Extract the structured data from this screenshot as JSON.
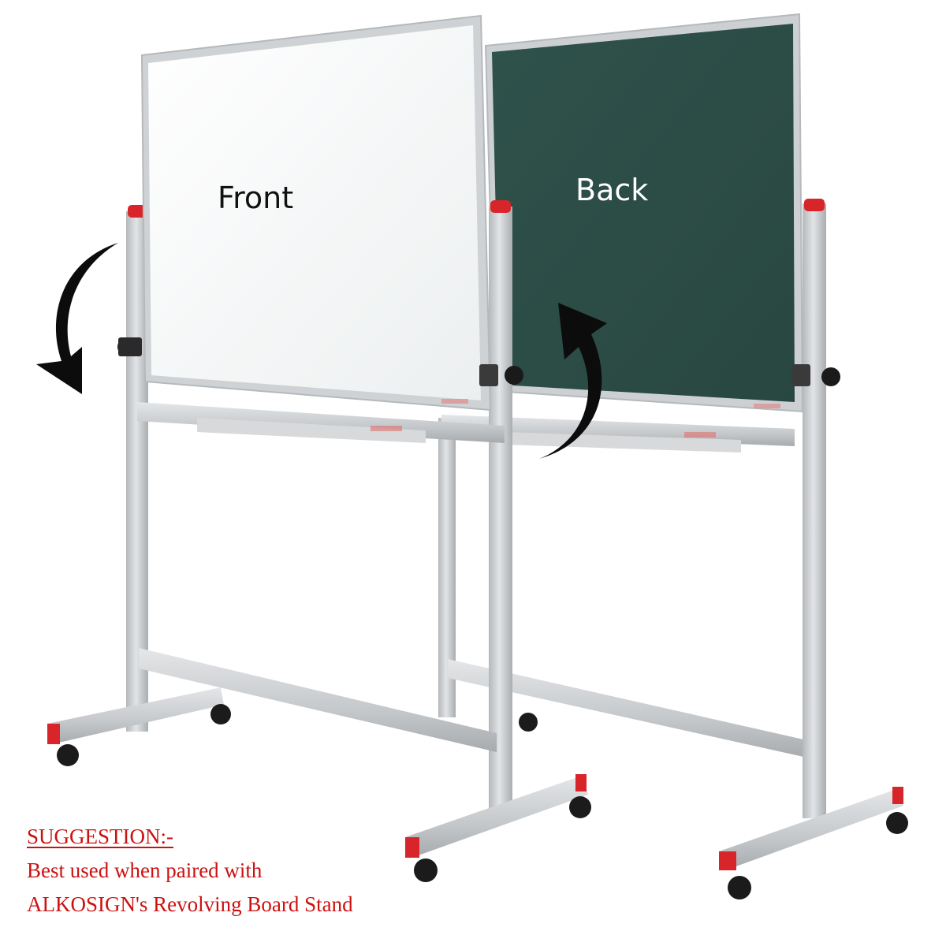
{
  "boards": {
    "front_label": "Front",
    "back_label": "Back"
  },
  "suggestion": {
    "heading": "SUGGESTION:-",
    "line1": "Best used when paired with",
    "line2": "ALKOSIGN's Revolving Board Stand"
  },
  "icons": {
    "rotate_down": "curved-arrow-down-icon",
    "rotate_up": "curved-arrow-up-icon"
  },
  "colors": {
    "whiteboard": "#f4f6f6",
    "greenboard": "#2d4f48",
    "frame": "#c9ccce",
    "stand": "#c8cbcd",
    "accent_red": "#d8252a",
    "suggestion_text": "#cc1111"
  }
}
